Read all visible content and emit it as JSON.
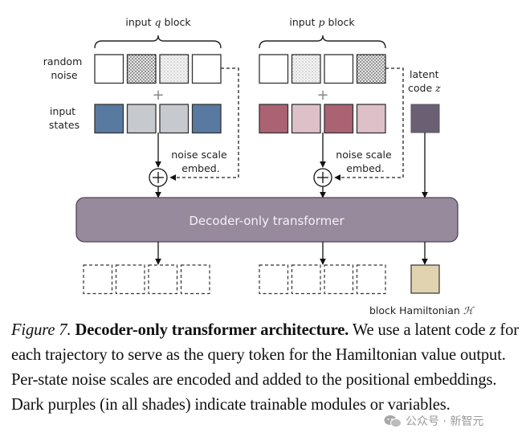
{
  "diagram": {
    "q_block_label": "input q block",
    "q_block_label_parts": [
      "input ",
      "q",
      " block"
    ],
    "p_block_label_parts": [
      "input ",
      "p",
      " block"
    ],
    "row_labels": {
      "random_noise": [
        "random",
        "noise"
      ],
      "input_states": [
        "input",
        "states"
      ]
    },
    "latent_label": [
      "latent",
      "code ",
      "z"
    ],
    "noise_scale_label": [
      "noise scale",
      "embed."
    ],
    "plus_sign": "+",
    "transformer_label": "Decoder-only transformer",
    "hamiltonian_label": [
      "block Hamiltonian ",
      "ℋ"
    ],
    "colors": {
      "q_dark": "#587aa1",
      "q_light": "#c6cacf",
      "p_dark": "#ab6373",
      "p_light": "#dec0c8",
      "latent": "#6b5f73",
      "transformer": "#968a9c",
      "hamiltonian": "#e2d3b0"
    },
    "q_noise": [
      "none",
      "dense",
      "light",
      "none"
    ],
    "q_states": [
      "dark",
      "light",
      "light",
      "dark"
    ],
    "p_noise": [
      "none",
      "light",
      "none",
      "dense"
    ],
    "p_states": [
      "dark",
      "light",
      "dark",
      "light"
    ]
  },
  "caption": {
    "figure_number": "Figure 7.",
    "title": "Decoder-only transformer architecture.",
    "text_1": " We use a latent code ",
    "z": "z",
    "text_2": " for each trajectory to serve as the query token for the Hamiltonian value output. Per-state noise scales are encoded and added to the positional embeddings. Dark purples (in all shades) indicate trainable modules or variables."
  },
  "watermark": {
    "text": "公众号 · 新智元",
    "icon": "wechat-icon"
  }
}
